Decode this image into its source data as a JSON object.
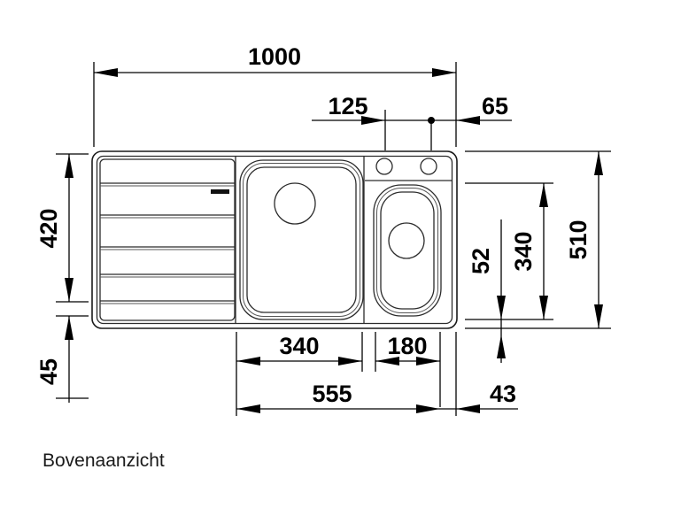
{
  "drawing": {
    "caption": "Bovenaanzicht",
    "units": "mm",
    "line_color": "#000000",
    "part_color": "#2b2b2b",
    "background": "#ffffff"
  },
  "dimensions": {
    "overall_width": "1000",
    "tap_offset_left": "125",
    "tap_offset_right": "65",
    "drainboard_depth": "420",
    "front_rim": "45",
    "overall_depth": "510",
    "small_bowl_depth": "340",
    "back_rim": "52",
    "main_bowl_width": "340",
    "small_bowl_width": "180",
    "bowl_group_width": "555",
    "right_rim": "43"
  },
  "part": {
    "name": "kitchen-sink-top-view",
    "drainboard": {
      "name": "drainboard",
      "groove_count": 5
    },
    "main_bowl": {
      "name": "main-bowl",
      "drain": "drain-hole"
    },
    "small_bowl": {
      "name": "small-bowl",
      "drain": "drain-hole"
    },
    "tap_holes": {
      "name": "tap-holes",
      "count": 2
    },
    "logo": "manufacturer-logo"
  }
}
